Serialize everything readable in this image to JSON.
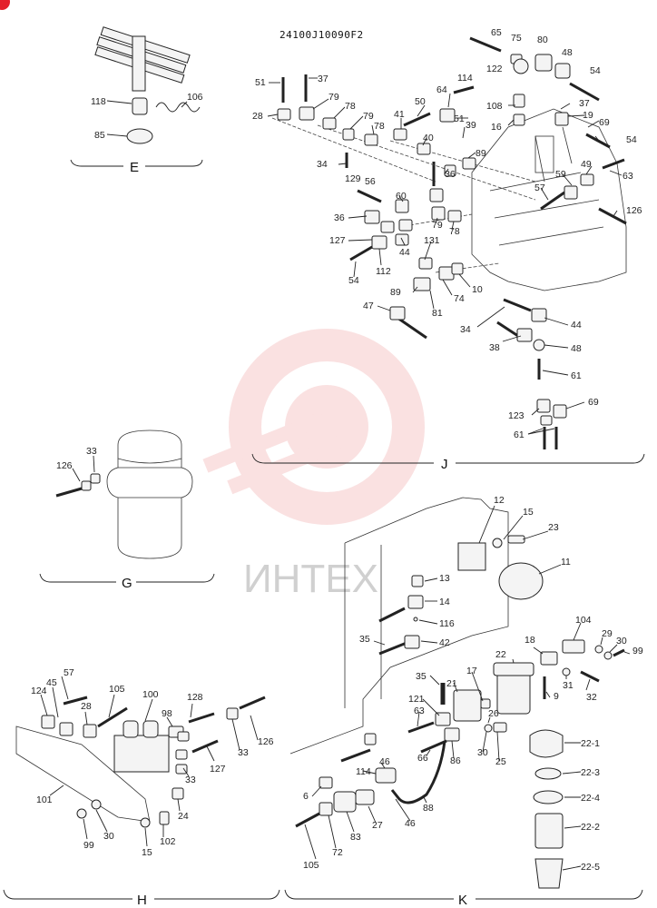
{
  "drawing_code": "24100J10090F2",
  "watermark": "ИНТЕХ",
  "sections": {
    "E": "E",
    "J": "J",
    "G": "G",
    "H": "H",
    "K": "K"
  },
  "labels_E": [
    "118",
    "106",
    "85"
  ],
  "labels_J": [
    "65",
    "75",
    "80",
    "48",
    "51",
    "37",
    "122",
    "54",
    "114",
    "79",
    "78",
    "64",
    "108",
    "37",
    "28",
    "79",
    "50",
    "41",
    "51",
    "39",
    "16",
    "19",
    "69",
    "78",
    "40",
    "89",
    "54",
    "34",
    "129",
    "56",
    "36",
    "49",
    "63",
    "60",
    "59",
    "36",
    "57",
    "127",
    "79",
    "78",
    "126",
    "44",
    "131",
    "54",
    "112",
    "10",
    "74",
    "89",
    "81",
    "47",
    "44",
    "34",
    "48",
    "38",
    "61",
    "123",
    "69",
    "61"
  ],
  "labels_G": [
    "33",
    "126"
  ],
  "labels_H": [
    "57",
    "45",
    "105",
    "100",
    "124",
    "28",
    "98",
    "128",
    "126",
    "33",
    "127",
    "33",
    "101",
    "24",
    "99",
    "30",
    "15",
    "102"
  ],
  "labels_K": [
    "12",
    "15",
    "23",
    "13",
    "11",
    "14",
    "116",
    "35",
    "42",
    "104",
    "29",
    "30",
    "99",
    "22",
    "18",
    "31",
    "32",
    "9",
    "35",
    "17",
    "21",
    "121",
    "26",
    "63",
    "66",
    "86",
    "30",
    "25",
    "22-1",
    "114",
    "46",
    "22-3",
    "6",
    "22-4",
    "27",
    "46",
    "88",
    "72",
    "83",
    "22-2",
    "105",
    "22-5"
  ]
}
